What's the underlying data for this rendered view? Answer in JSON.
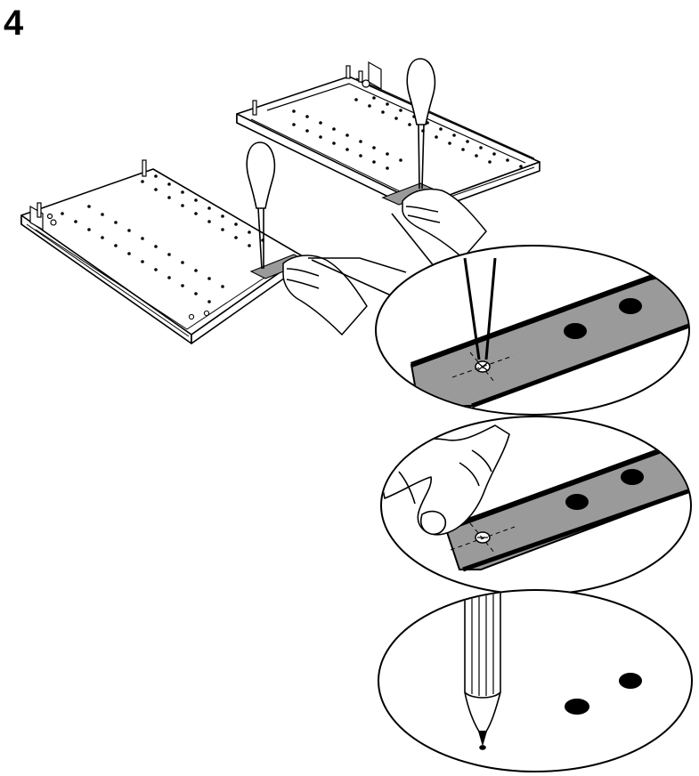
{
  "step": {
    "number": "4"
  },
  "colors": {
    "ink": "#000000",
    "paper": "#ffffff",
    "template_fill": "#9a9a9a"
  },
  "icons": {
    "tool": "awl-icon",
    "hand": "hand-icon",
    "marker": "pencil-icon"
  },
  "views": [
    {
      "name": "overview",
      "description_shown": false
    },
    {
      "name": "detail-pierce",
      "description_shown": false
    },
    {
      "name": "detail-peel",
      "description_shown": false
    },
    {
      "name": "detail-mark",
      "description_shown": false
    }
  ]
}
